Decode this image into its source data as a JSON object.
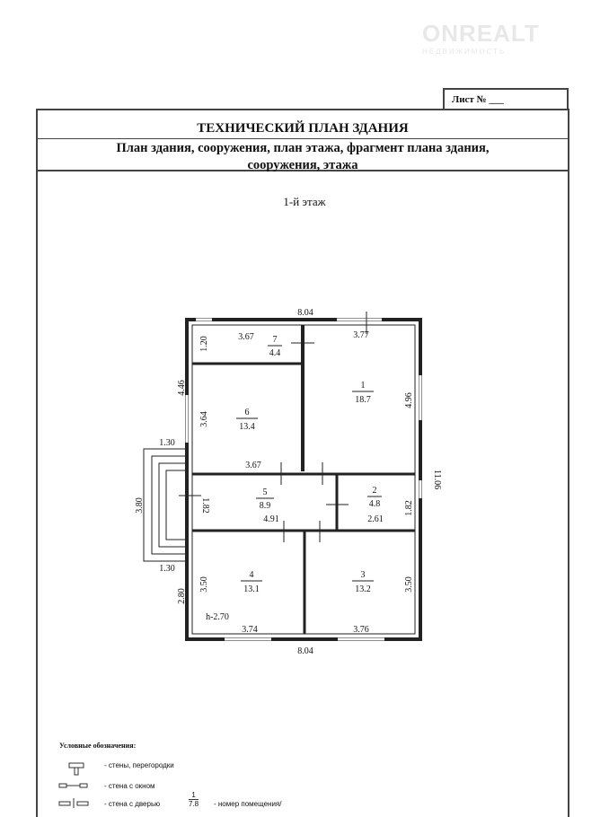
{
  "watermark": {
    "brand": "ONREALT",
    "tagline": "НЕДВИЖИМОСТЬ"
  },
  "sheet_label": "Лист № ___",
  "title": "ТЕХНИЧЕСКИЙ ПЛАН ЗДАНИЯ",
  "subtitle_line1": "План здания, сооружения, план этажа, фрагмент плана здания,",
  "subtitle_line2": "сооружения, этажа",
  "floor_label": "1-й этаж",
  "plan": {
    "rooms": [
      {
        "number": "1",
        "area": "18.7"
      },
      {
        "number": "2",
        "area": "4.8"
      },
      {
        "number": "3",
        "area": "13.2"
      },
      {
        "number": "4",
        "area": "13.1"
      },
      {
        "number": "5",
        "area": "8.9"
      },
      {
        "number": "6",
        "area": "13.4"
      },
      {
        "number": "7",
        "area": "4.4"
      }
    ],
    "dims": {
      "top_total": "8.04",
      "bottom_total": "8.04",
      "right_total": "11.06",
      "left_upper": "4.46",
      "left_lower": "2.80",
      "porch_height": "3.80",
      "porch_top": "1.30",
      "porch_bottom": "1.30",
      "r7_w": "3.67",
      "r7_h": "1.20",
      "r1_w": "3.77",
      "r1_h": "4.96",
      "r6_h": "3.64",
      "r6_w": "3.67",
      "r5_w": "4.91",
      "r5_h": "1.82",
      "r2_w": "2.61",
      "r2_h": "1.82",
      "r4_h": "3.50",
      "r4_w": "3.74",
      "r3_w": "3.76",
      "r3_h": "3.50",
      "ceiling_height": "h-2.70"
    }
  },
  "legend": {
    "heading": "Условные обозначения:",
    "items": [
      "- стены, перегородки",
      "- стена с окном",
      "- стена с дверью",
      "- номер помещения/"
    ],
    "sample_number": "1",
    "sample_area": "7.8"
  }
}
